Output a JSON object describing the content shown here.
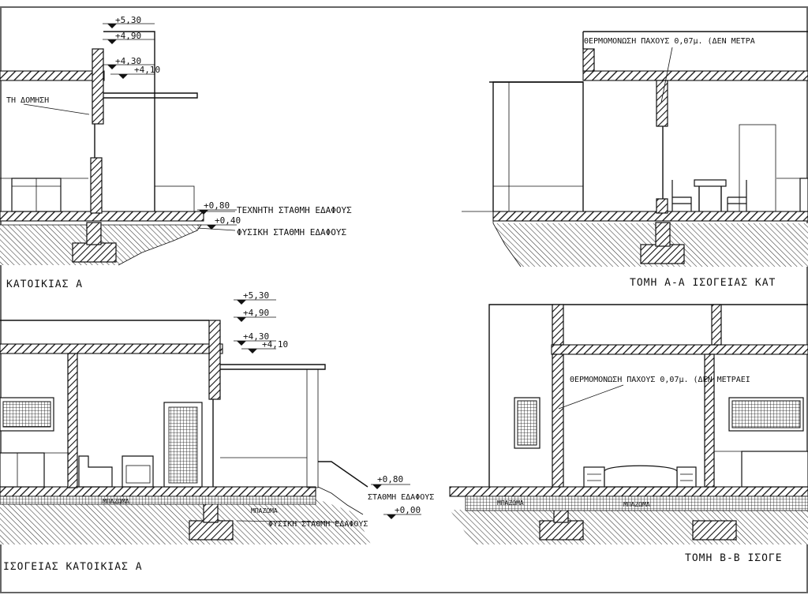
{
  "drawing": {
    "title_top_left": "ΚΑΤΟΙΚΙΑΣ Α",
    "title_top_right": "ΤΟΜΗ Α-Α ΙΣΟΓΕΙΑΣ ΚΑΤ",
    "title_bottom_left": "ΙΣΟΓΕΙΑΣ ΚΑΤΟΙΚΙΑΣ Α",
    "title_bottom_right": "ΤΟΜΗ Β-Β ΙΣΟΓΕ",
    "notes": {
      "top_left_wall": "ΤΗ ΔΟΜΗΣΗ",
      "artificial_ground": "ΤΕΧΝΗΤΗ ΣΤΑΘΜΗ ΕΔΑΦΟΥΣ",
      "natural_ground": "ΦΥΣΙΚΗ ΣΤΑΘΜΗ ΕΔΑΦΟΥΣ",
      "insulation_top_right": "ΘΕΡΜΟΜΟΝΩΣΗ ΠΑΧΟΥΣ 0,07μ. (ΔΕΝ ΜΕΤΡΑ",
      "insulation_bottom_right": "ΘΕΡΜΟΜΟΝΩΣΗ ΠΑΧΟΥΣ 0,07μ. (ΔΕΝ ΜΕΤΡΑΕΙ",
      "artificial_ground_b": "ΣΤΑΘΜΗ ΕΔΑΦΟΥΣ",
      "natural_ground_b": "ΦΥΣΙΚΗ ΣΤΑΘΜΗ ΕΔΑΦΟΥΣ",
      "fill_label": "ΜΠΑΖΩΜΑ"
    },
    "levels_top_left": [
      "+5,30",
      "+4,90",
      "+4,30",
      "+4,10",
      "+0,80",
      "+0,40"
    ],
    "levels_bottom_left": [
      "+5,30",
      "+4,90",
      "+4,30",
      "+4,10",
      "+0,80",
      "+0,00"
    ]
  }
}
